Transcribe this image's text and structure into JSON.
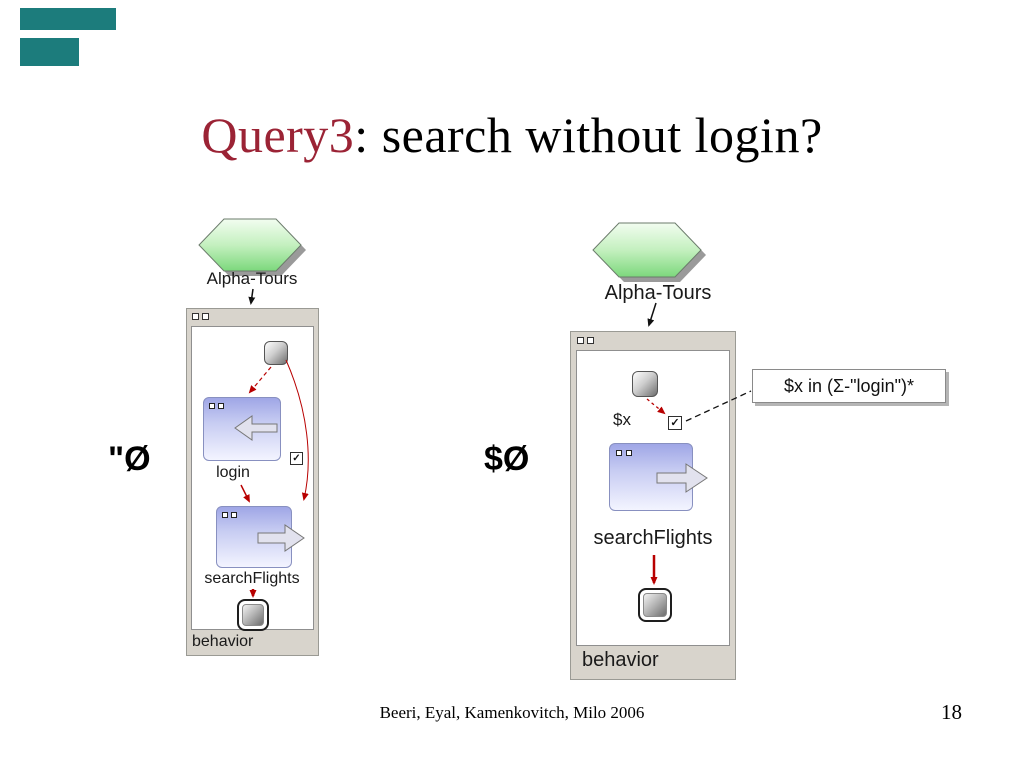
{
  "title": {
    "highlight": "Query3",
    "rest": ": search without login?"
  },
  "footer": {
    "credits": "Beeri, Eyal, Kamenkovitch, Milo  2006",
    "page_number": "18"
  },
  "icons": {
    "check": "✓"
  },
  "left_diagram": {
    "service_label": "Alpha-Tours",
    "annotation": "\"Ø",
    "login_label": "login",
    "search_label": "searchFlights",
    "behavior_label": "behavior"
  },
  "right_diagram": {
    "service_label": "Alpha-Tours",
    "annotation": "$Ø",
    "variable_label": "$x",
    "callout_text": "$x in (Σ-\"login\")*",
    "search_label": "searchFlights",
    "behavior_label": "behavior"
  },
  "colors": {
    "title_accent": "#9b2335",
    "teal_bar": "#1c7c7c",
    "connector_red": "#b80000",
    "hexagon_green": "#7cd87c",
    "activity_fill": "#a8aee8"
  }
}
